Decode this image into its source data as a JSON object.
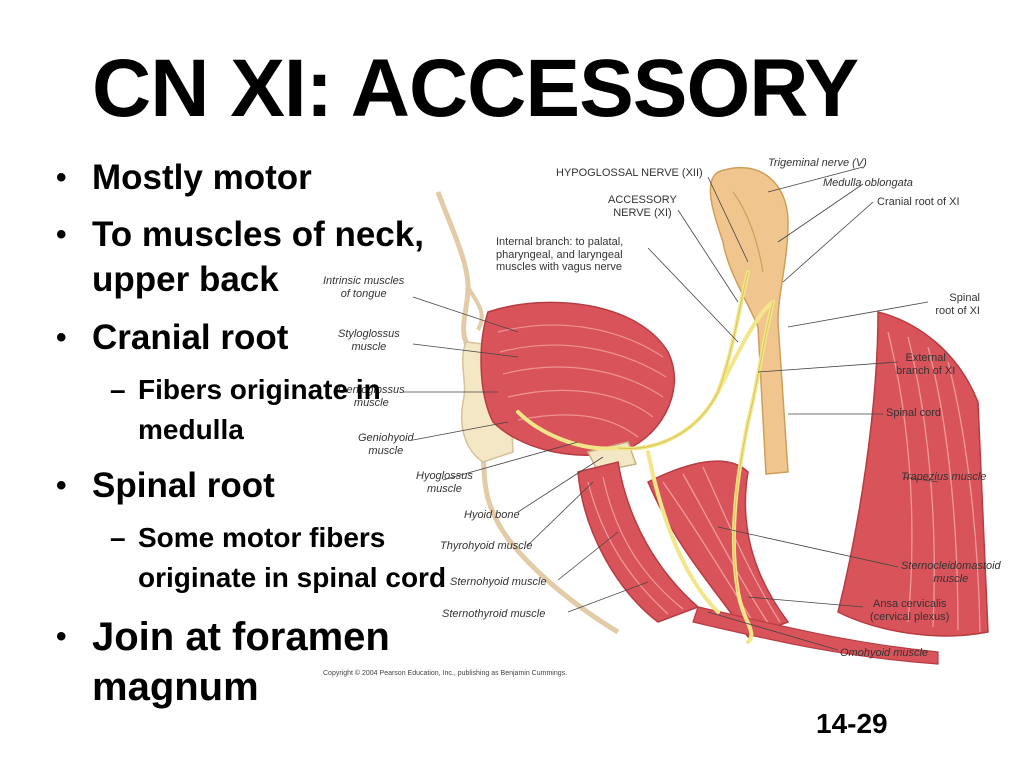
{
  "slide": {
    "title": "CN XI:  ACCESSORY",
    "page_number": "14-29",
    "bullets": [
      {
        "level": 1,
        "lines": [
          "Mostly motor"
        ]
      },
      {
        "level": 1,
        "lines": [
          "To muscles of neck,",
          "upper back"
        ]
      },
      {
        "level": 1,
        "lines": [
          "Cranial root"
        ]
      },
      {
        "level": 2,
        "lines": [
          "Fibers originate in",
          "medulla"
        ]
      },
      {
        "level": 1,
        "lines": [
          "Spinal root"
        ]
      },
      {
        "level": 2,
        "lines": [
          "Some motor fibers",
          "originate in spinal cord"
        ]
      },
      {
        "level": 1,
        "lines": [
          "Join at foramen",
          "magnum"
        ]
      }
    ],
    "bullet_symbol": "•",
    "sub_bullet_symbol": "–"
  },
  "figure": {
    "labels": {
      "hypoglossal": "HYPOGLOSSAL NERVE (XII)",
      "accessory_1": "ACCESSORY",
      "accessory_2": "NERVE (XI)",
      "internal_1": "Internal branch: to palatal,",
      "internal_2": "pharyngeal, and laryngeal",
      "internal_3": "muscles with vagus nerve",
      "intrinsic_1": "Intrinsic muscles",
      "intrinsic_2": "of tongue",
      "styloglossus_1": "Styloglossus",
      "styloglossus_2": "muscle",
      "genioglossus_1": "Genioglossus",
      "genioglossus_2": "muscle",
      "geniohyoid_1": "Geniohyoid",
      "geniohyoid_2": "muscle",
      "hyoglossus_1": "Hyoglossus",
      "hyoglossus_2": "muscle",
      "hyoid": "Hyoid bone",
      "thyrohyoid": "Thyrohyoid muscle",
      "sternohyoid": "Sternohyoid muscle",
      "sternothyroid": "Sternothyroid muscle",
      "trigeminal": "Trigeminal nerve (V)",
      "medulla": "Medulla oblongata",
      "cranial_root": "Cranial root of XI",
      "spinal_root_1": "Spinal",
      "spinal_root_2": "root of XI",
      "external_1": "External",
      "external_2": "branch of XI",
      "spinal_cord": "Spinal cord",
      "trapezius": "Trapezius muscle",
      "scm_1": "Sternocleidomastoid",
      "scm_2": "muscle",
      "ansa_1": "Ansa cervicalis",
      "ansa_2": "(cervical plexus)",
      "omohyoid": "Omohyoid muscle",
      "copyright": "Copyright © 2004 Pearson Education, Inc., publishing as Benjamin Cummings."
    },
    "colors": {
      "muscle": "#d9545a",
      "muscle_light": "#ef9a9a",
      "nerve": "#f2e58a",
      "bone": "#f4e7c6",
      "brainstem": "#f1c68e"
    }
  }
}
